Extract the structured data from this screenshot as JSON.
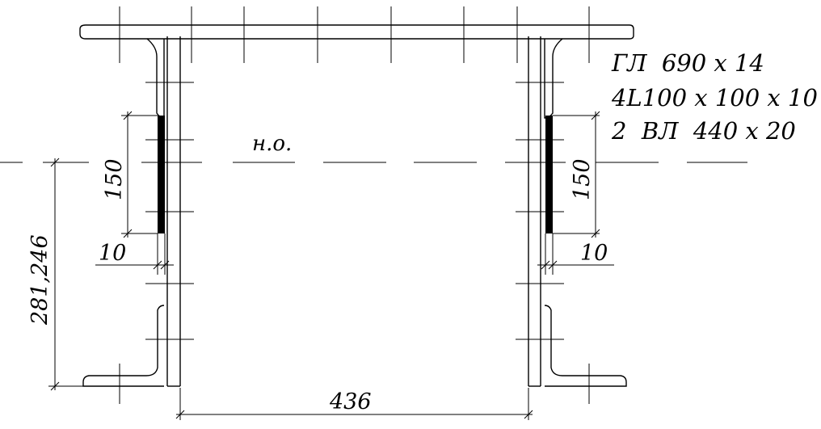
{
  "labels": {
    "axis_mark": "н.о.",
    "dim_depth": "281,246",
    "dim_width": "436",
    "dim_plate_left": "150",
    "dim_plate_right": "150",
    "dim_gap_left": "10",
    "dim_gap_right": "10"
  },
  "annotation_lines": [
    "ГЛ  690 x 14",
    "4L100 x 100 x 10",
    "2  ВЛ  440 x 20"
  ]
}
